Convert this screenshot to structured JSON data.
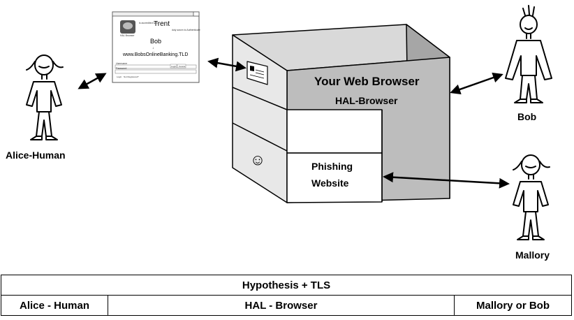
{
  "actors": {
    "alice": "Alice-Human",
    "bob": "Bob",
    "mallory": "Mallory"
  },
  "browser": {
    "title": "Your Web Browser",
    "subtitle": "HAL-Browser",
    "phishing_line1": "Phishing",
    "phishing_line2": "Website",
    "smiley": "☺"
  },
  "dialog": {
    "app_name": "HAL Browser",
    "intro_text": "is accredited with",
    "trent": "Trent",
    "trent_note": "duly sworn to Authenticate",
    "bob": "Bob",
    "arrow": "↓",
    "domain": "www.BobsOnlineBanking.TLD",
    "username_label": "Username",
    "password_label": "Password",
    "login_button": "Login",
    "cancel_button": "Cancel",
    "forgot_link": "Login",
    "forgot_link2": "Not Registered?"
  },
  "table": {
    "header": "Hypothesis + TLS",
    "col1": "Alice - Human",
    "col2": "HAL - Browser",
    "col3": "Mallory or Bob"
  }
}
